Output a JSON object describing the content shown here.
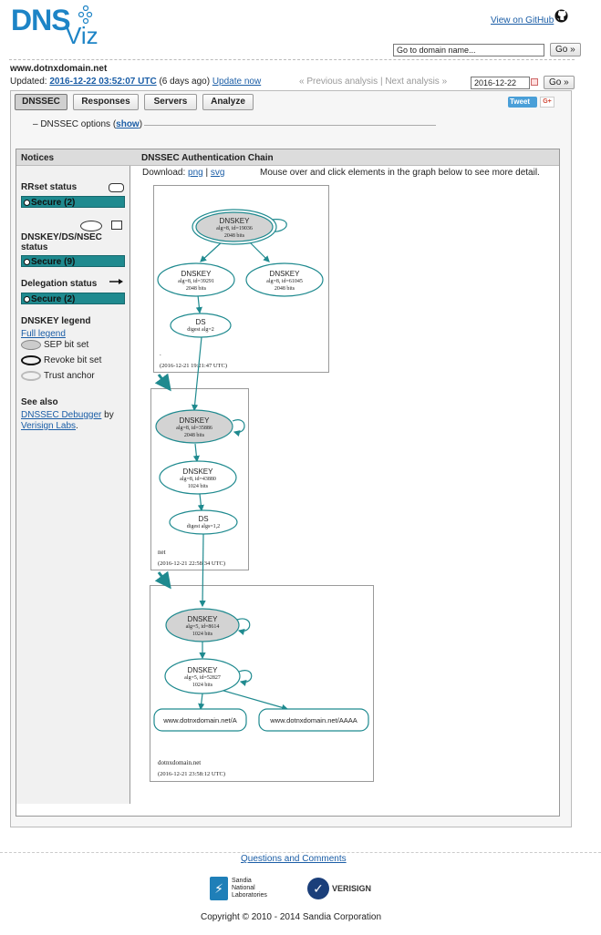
{
  "header": {
    "logo_main": "DNS",
    "logo_sub": "Viz",
    "github_link": "View on GitHub",
    "search_placeholder": "Go to domain name...",
    "search_go": "Go »"
  },
  "analysis": {
    "domain": "www.dotnxdomain.net",
    "updated_label": "Updated:",
    "updated_time": "2016-12-22 03:52:07 UTC",
    "updated_ago": "(6 days ago)",
    "update_now": "Update now",
    "prev": "« Previous analysis",
    "sep": "|",
    "next": "Next analysis »",
    "date_value": "2016-12-22",
    "date_go": "Go »"
  },
  "tabs": [
    {
      "label": "DNSSEC"
    },
    {
      "label": "Responses"
    },
    {
      "label": "Servers"
    },
    {
      "label": "Analyze"
    }
  ],
  "social": {
    "tweet": "Tweet",
    "gplus": "G+"
  },
  "options": {
    "prefix": "– DNSSEC options (",
    "show": "show",
    "suffix": ")"
  },
  "notices": {
    "title": "Notices",
    "rrset_label": "RRset status",
    "rrset_status": "Secure (2)",
    "dnskey_label": "DNSKEY/DS/NSEC status",
    "dnskey_status": "Secure (9)",
    "deleg_label": "Delegation status",
    "deleg_status": "Secure (2)",
    "legend_title": "DNSKEY legend",
    "legend_full": "Full legend",
    "legend_sep": "SEP bit set",
    "legend_revoke": "Revoke bit set",
    "legend_trust": "Trust anchor",
    "see_also": "See also",
    "debugger_link": "DNSSEC Debugger",
    "debugger_by": " by",
    "verisign_link": "Verisign Labs",
    "period": "."
  },
  "chain": {
    "title": "DNSSEC Authentication Chain",
    "download": "Download:",
    "png": "png",
    "pipe": "|",
    "svg": "svg",
    "hint": "Mouse over and click elements in the graph below to see more detail."
  },
  "graph": {
    "root_zone": {
      "name": ".",
      "time": "(2016-12-21 19:21:47 UTC)"
    },
    "net_zone": {
      "name": "net",
      "time": "(2016-12-21 22:58:34 UTC)"
    },
    "dom_zone": {
      "name": "dotnxdomain.net",
      "time": "(2016-12-21 23:58:12 UTC)"
    },
    "root_ksk": {
      "t": "DNSKEY",
      "l1": "alg=8, id=19036",
      "l2": "2048 bits"
    },
    "root_zsk1": {
      "t": "DNSKEY",
      "l1": "alg=8, id=39291",
      "l2": "2048 bits"
    },
    "root_zsk2": {
      "t": "DNSKEY",
      "l1": "alg=8, id=61045",
      "l2": "2048 bits"
    },
    "root_ds": {
      "t": "DS",
      "l1": "digest alg=2"
    },
    "net_ksk": {
      "t": "DNSKEY",
      "l1": "alg=8, id=35886",
      "l2": "2048 bits"
    },
    "net_zsk": {
      "t": "DNSKEY",
      "l1": "alg=8, id=43880",
      "l2": "1024 bits"
    },
    "net_ds": {
      "t": "DS",
      "l1": "digest algs=1,2"
    },
    "dom_ksk": {
      "t": "DNSKEY",
      "l1": "alg=5, id=8614",
      "l2": "1024 bits"
    },
    "dom_zsk": {
      "t": "DNSKEY",
      "l1": "alg=5, id=52827",
      "l2": "1024 bits"
    },
    "rr_a": "www.dotnxdomain.net/A",
    "rr_aaaa": "www.dotnxdomain.net/AAAA"
  },
  "footer": {
    "questions": "Questions and Comments",
    "sandia1": "Sandia",
    "sandia2": "National",
    "sandia3": "Laboratories",
    "verisign": "VERISIGN",
    "copyright": "Copyright © 2010 - 2014 Sandia Corporation"
  },
  "colors": {
    "teal": "#1f8a8f",
    "link": "#1a5da6",
    "logo": "#1d84c6"
  }
}
